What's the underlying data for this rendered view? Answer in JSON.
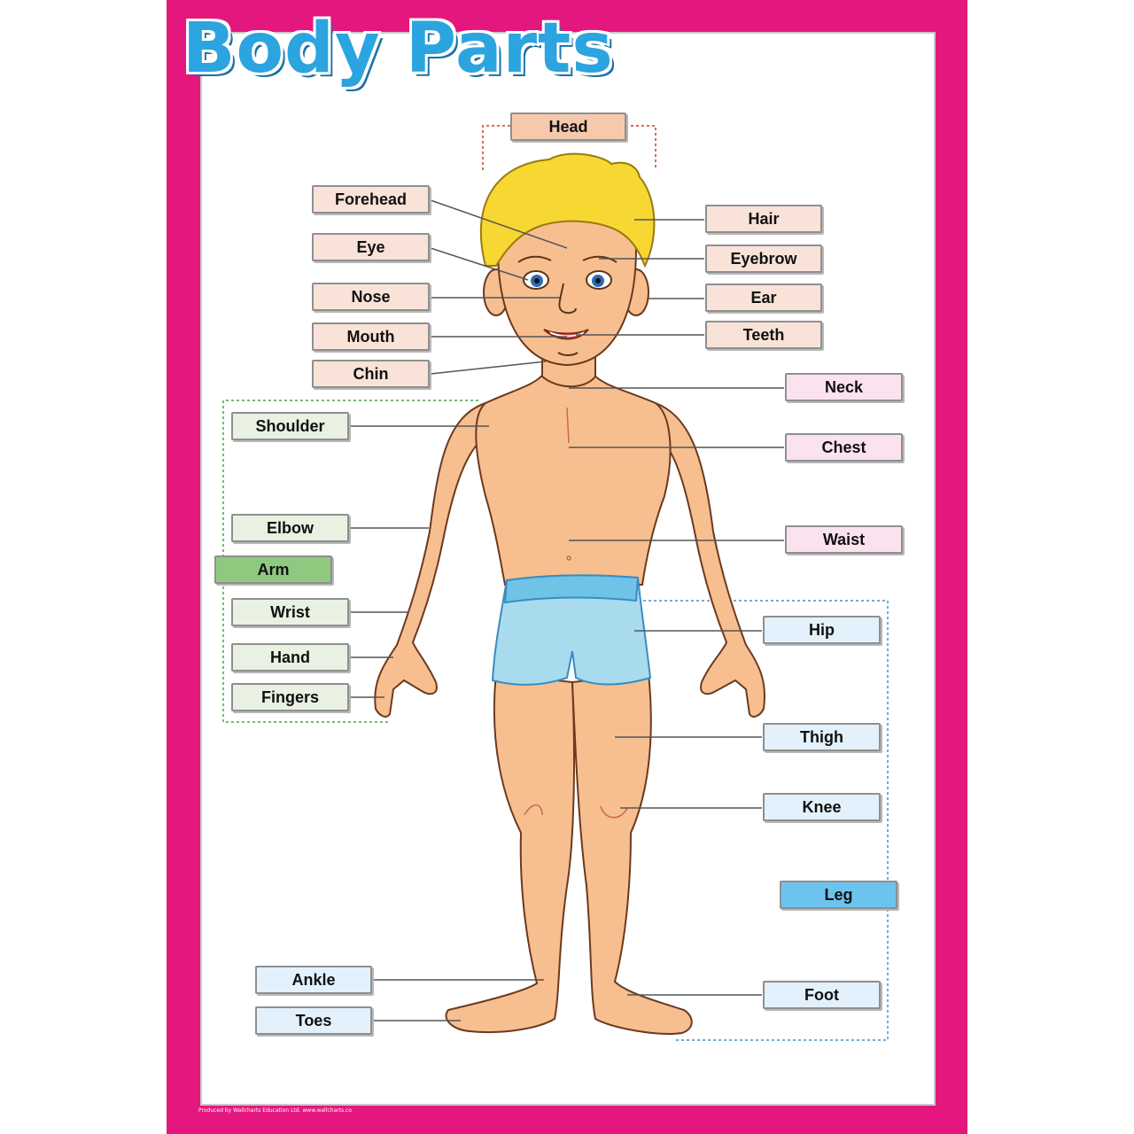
{
  "title": "Body Parts",
  "footer": "Produced by Wallcharts Education Ltd.  www.wallcharts.co",
  "colors": {
    "border": "#e4177e",
    "title": "#2ba4e0",
    "head_label": "#f6c9ad",
    "face_label": "#f9e2d8",
    "body_label": "#fbe2ef",
    "arm_label": "#e9f1e2",
    "arm_group_label": "#8fc980",
    "leg_label": "#e2f1fb",
    "leg_group_label": "#6cc4ee"
  },
  "groups": {
    "head": "Head",
    "arm": "Arm",
    "leg": "Leg"
  },
  "labels": {
    "forehead": "Forehead",
    "eye": "Eye",
    "nose": "Nose",
    "mouth": "Mouth",
    "chin": "Chin",
    "hair": "Hair",
    "eyebrow": "Eyebrow",
    "ear": "Ear",
    "teeth": "Teeth",
    "neck": "Neck",
    "chest": "Chest",
    "waist": "Waist",
    "shoulder": "Shoulder",
    "elbow": "Elbow",
    "wrist": "Wrist",
    "hand": "Hand",
    "fingers": "Fingers",
    "hip": "Hip",
    "thigh": "Thigh",
    "knee": "Knee",
    "foot": "Foot",
    "ankle": "Ankle",
    "toes": "Toes"
  }
}
